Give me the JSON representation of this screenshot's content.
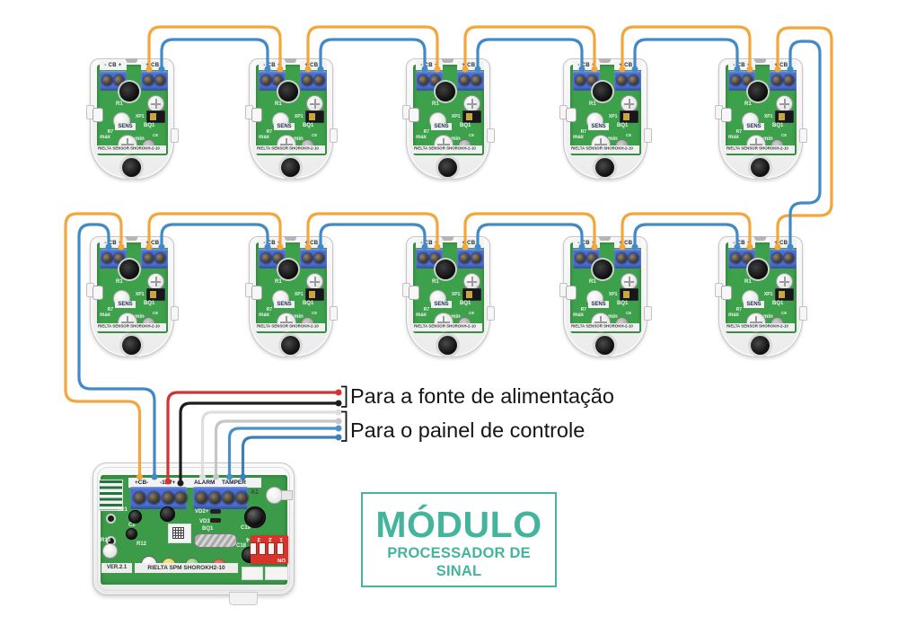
{
  "sensor": {
    "left_terminal_label": "- CB +",
    "right_terminal_label": "+ CB -",
    "refs": {
      "r1": "R1",
      "xp1": "XP1",
      "sens": "SENS",
      "r7": "R7",
      "max": "max",
      "min": "min",
      "bq1": "BQ1",
      "c8": "C8",
      "plus": "+"
    },
    "bottom_label": "RIELTA SENSOR SHOROKH-2-10"
  },
  "module": {
    "terminal_labels": {
      "cb": "+CB-",
      "power": "-12V+",
      "alarm": "ALARM",
      "tamper": "TAMPER"
    },
    "refs": {
      "a1": "A1",
      "c21": "C21",
      "c2": "C2",
      "vd2": "VD2+",
      "vd3": "VD3+",
      "bq1": "BQ1",
      "c19": "C19",
      "c18": "C18",
      "r13": "R13",
      "r12": "R12"
    },
    "dip": {
      "numbers": "1 2 3 4",
      "on": "ON"
    },
    "version_label": "VER.2.1",
    "board_label": "RIELTA SPM SHOROKH2-10"
  },
  "annotations": {
    "power_supply": "Para a fonte de alimentação",
    "control_panel": "Para o painel de controle"
  },
  "infobox": {
    "title": "MÓDULO",
    "subtitle": "PROCESSADOR DE SINAL"
  },
  "colors": {
    "wire_orange": "#F3A73B",
    "wire_blue": "#4289C8",
    "wire_red": "#D23333",
    "wire_black": "#1C1C1C",
    "wire_gray_light": "#DEDEDE",
    "wire_gray": "#C6C6C6",
    "wire_ctrl_blue_light": "#4A90C9",
    "wire_ctrl_blue_dark": "#3D7FB8",
    "bracket_black": "#151515",
    "pcb_green": "#3DA04B",
    "terminal_blue": "#4B6ED1",
    "accent_teal": "#45B49C"
  }
}
